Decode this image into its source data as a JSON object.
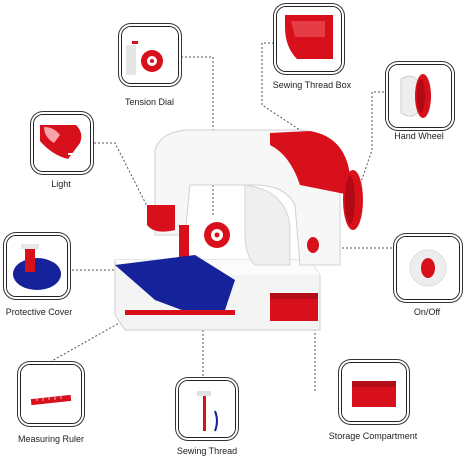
{
  "colors": {
    "machine_red": "#d8101c",
    "machine_white": "#f4f4f4",
    "fabric_blue": "#16229a",
    "leader_line": "#555555"
  },
  "parts": [
    {
      "key": "tension_dial",
      "label": "Tension Dial",
      "icon": "tension-dial-icon"
    },
    {
      "key": "sewing_thread_box",
      "label": "Sewing Thread Box",
      "icon": "thread-box-icon"
    },
    {
      "key": "hand_wheel",
      "label": "Hand Wheel",
      "icon": "hand-wheel-icon"
    },
    {
      "key": "light",
      "label": "Light",
      "icon": "light-icon"
    },
    {
      "key": "protective_cover",
      "label": "Protective Cover",
      "icon": "protective-cover-icon"
    },
    {
      "key": "on_off",
      "label": "On/Off",
      "icon": "power-switch-icon"
    },
    {
      "key": "measuring_ruler",
      "label": "Measuring Ruler",
      "icon": "measuring-ruler-icon"
    },
    {
      "key": "sewing_thread",
      "label": "Sewing Thread",
      "icon": "sewing-thread-icon"
    },
    {
      "key": "storage_compartment",
      "label": "Storage Compartment",
      "icon": "storage-compartment-icon"
    }
  ]
}
